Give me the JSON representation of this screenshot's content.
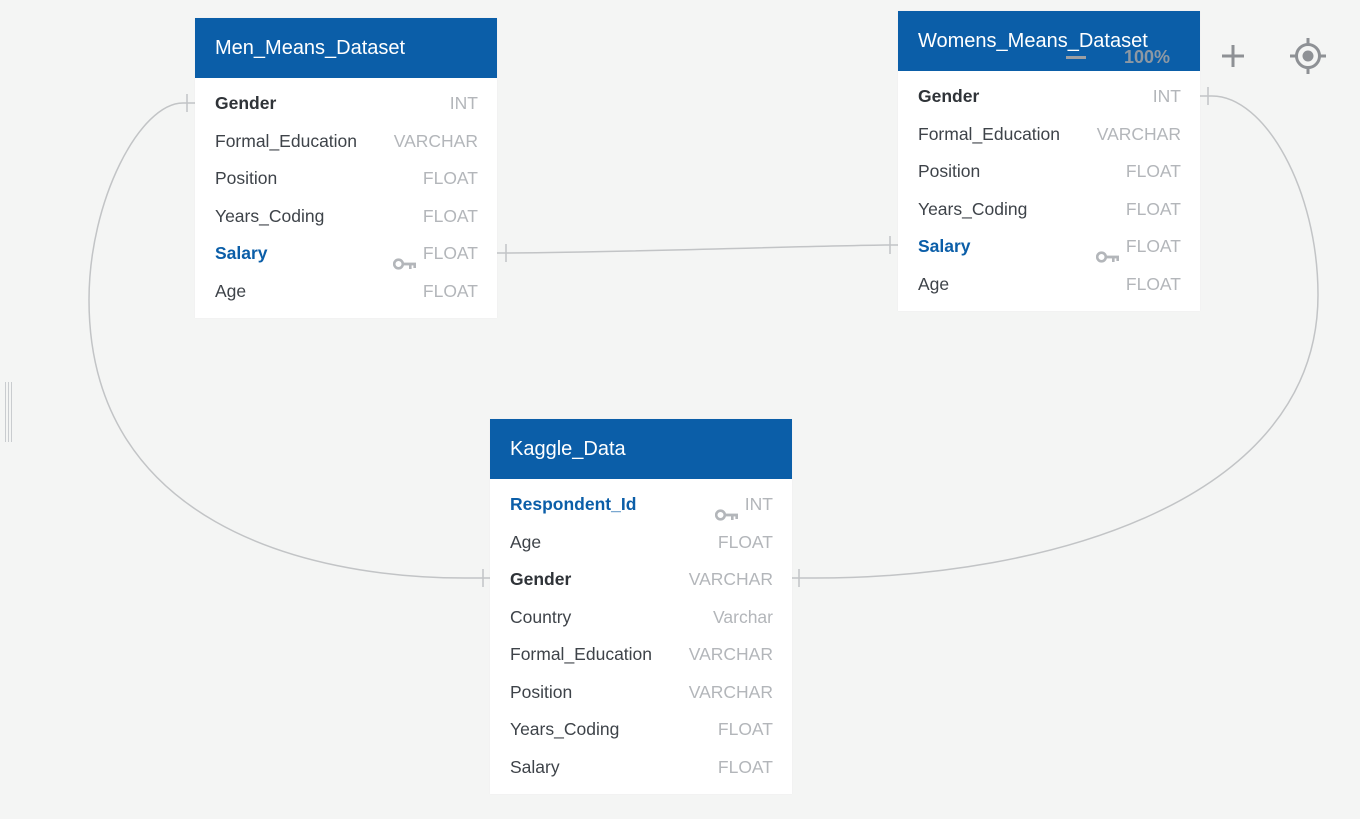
{
  "tables": [
    {
      "id": "men",
      "name": "Men_Means_Dataset",
      "fields": [
        {
          "name": "Gender",
          "type": "INT",
          "role": "fk"
        },
        {
          "name": "Formal_Education",
          "type": "VARCHAR",
          "role": ""
        },
        {
          "name": "Position",
          "type": "FLOAT",
          "role": ""
        },
        {
          "name": "Years_Coding",
          "type": "FLOAT",
          "role": ""
        },
        {
          "name": "Salary",
          "type": "FLOAT",
          "role": "pk"
        },
        {
          "name": "Age",
          "type": "FLOAT",
          "role": ""
        }
      ]
    },
    {
      "id": "women",
      "name": "Womens_Means_Dataset",
      "fields": [
        {
          "name": "Gender",
          "type": "INT",
          "role": "fk"
        },
        {
          "name": "Formal_Education",
          "type": "VARCHAR",
          "role": ""
        },
        {
          "name": "Position",
          "type": "FLOAT",
          "role": ""
        },
        {
          "name": "Years_Coding",
          "type": "FLOAT",
          "role": ""
        },
        {
          "name": "Salary",
          "type": "FLOAT",
          "role": "pk"
        },
        {
          "name": "Age",
          "type": "FLOAT",
          "role": ""
        }
      ]
    },
    {
      "id": "kaggle",
      "name": "Kaggle_Data",
      "fields": [
        {
          "name": "Respondent_Id",
          "type": "INT",
          "role": "pk"
        },
        {
          "name": "Age",
          "type": "FLOAT",
          "role": ""
        },
        {
          "name": "Gender",
          "type": "VARCHAR",
          "role": "fk"
        },
        {
          "name": "Country",
          "type": "Varchar",
          "role": ""
        },
        {
          "name": "Formal_Education",
          "type": "VARCHAR",
          "role": ""
        },
        {
          "name": "Position",
          "type": "VARCHAR",
          "role": ""
        },
        {
          "name": "Years_Coding",
          "type": "FLOAT",
          "role": ""
        },
        {
          "name": "Salary",
          "type": "FLOAT",
          "role": ""
        }
      ]
    }
  ],
  "relationships": [
    {
      "from": "Men_Means_Dataset.Salary",
      "to": "Womens_Means_Dataset.Salary"
    },
    {
      "from": "Men_Means_Dataset.Gender",
      "to": "Kaggle_Data.Gender"
    },
    {
      "from": "Womens_Means_Dataset.Gender",
      "to": "Kaggle_Data.Gender"
    }
  ],
  "zoom": {
    "level": "100%",
    "zoom_out_icon": "minus-icon",
    "zoom_in_icon": "plus-icon",
    "locate_icon": "crosshair-icon"
  },
  "colors": {
    "header_bg": "#0b5ea8",
    "header_text": "#ffffff",
    "primary_key": "#0b5ea8",
    "type_text": "#b3b6ba",
    "connector": "#c2c4c6",
    "canvas_bg": "#f4f5f4"
  }
}
